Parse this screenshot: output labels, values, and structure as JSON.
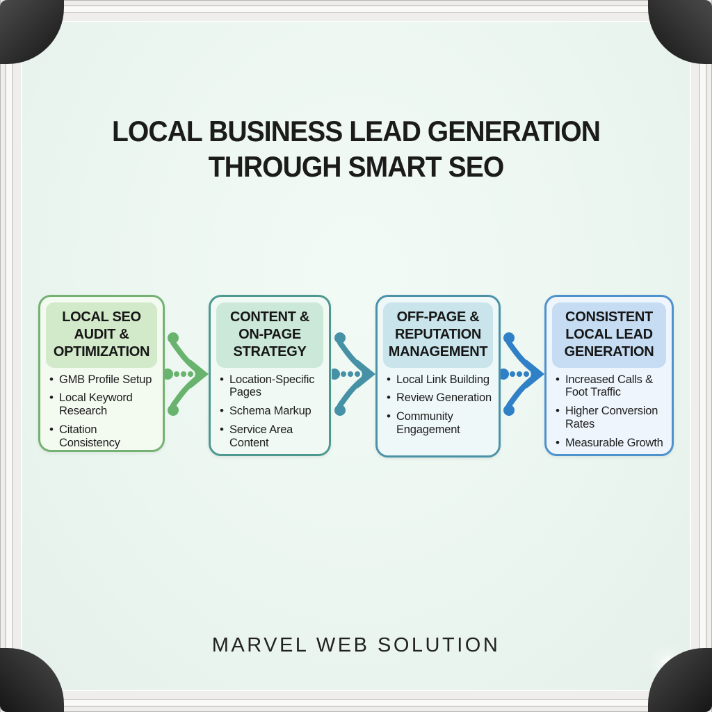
{
  "title": {
    "line1": "LOCAL BUSINESS LEAD GENERATION",
    "line2": "THROUGH SMART SEO"
  },
  "watermark": "MARVEL WEB SOLUTION",
  "board": {
    "surface_color": "#ecf6f0",
    "frame_color": "#efeeec",
    "corner_bracket_color": "#2a2a2a"
  },
  "steps": [
    {
      "heading": "LOCAL SEO\nAUDIT &\nOPTIMIZATION",
      "bullets": [
        "GMB Profile Setup",
        "Local Keyword Research",
        "Citation Consistency"
      ],
      "colors": {
        "border": "#74b172",
        "header_bg": "#d2e9ca",
        "body_bg": "#f3faf0"
      },
      "arrow_color": "#68b36e"
    },
    {
      "heading": "CONTENT &\nON-PAGE\nSTRATEGY",
      "bullets": [
        "Location-Specific Pages",
        "Schema Markup",
        "Service Area Content"
      ],
      "colors": {
        "border": "#4d998f",
        "header_bg": "#cbe8d8",
        "body_bg": "#f0f9f4"
      },
      "arrow_color": "#4691a6"
    },
    {
      "heading": "OFF-PAGE &\nREPUTATION\nMANAGEMENT",
      "bullets": [
        "Local Link Building",
        "Review Generation",
        "Community Engagement"
      ],
      "colors": {
        "border": "#4b92a8",
        "header_bg": "#c9e5eb",
        "body_bg": "#eff8f8"
      },
      "arrow_color": "#2f80c6"
    },
    {
      "heading": "CONSISTENT\nLOCAL LEAD\nGENERATION",
      "bullets": [
        "Increased Calls & Foot Traffic",
        "Higher Conversion Rates",
        "Measurable Growth"
      ],
      "colors": {
        "border": "#4e92cd",
        "header_bg": "#c5dcf2",
        "body_bg": "#eef5fc"
      },
      "arrow_color": ""
    }
  ]
}
